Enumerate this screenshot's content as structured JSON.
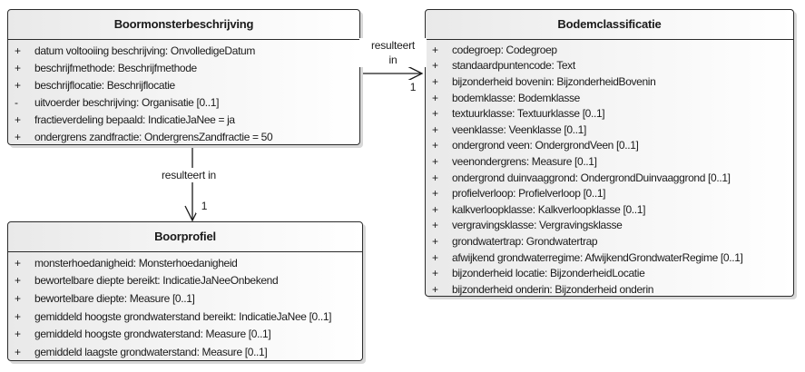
{
  "diagram": {
    "classes": [
      {
        "title": "Boormonsterbeschrijving",
        "attributes": [
          {
            "vis": "+",
            "text": "datum voltooiing beschrijving: OnvolledigeDatum"
          },
          {
            "vis": "+",
            "text": "beschrijfmethode: Beschrijfmethode"
          },
          {
            "vis": "+",
            "text": "beschrijflocatie: Beschrijflocatie"
          },
          {
            "vis": "-",
            "text": "uitvoerder beschrijving: Organisatie [0..1]"
          },
          {
            "vis": "+",
            "text": "fractieverdeling bepaald: IndicatieJaNee = ja"
          },
          {
            "vis": "+",
            "text": "ondergrens zandfractie: OndergrensZandfractie = 50"
          }
        ]
      },
      {
        "title": "Bodemclassificatie",
        "attributes": [
          {
            "vis": "+",
            "text": "codegroep: Codegroep"
          },
          {
            "vis": "+",
            "text": "standaardpuntencode: Text"
          },
          {
            "vis": "+",
            "text": "bijzonderheid bovenin: BijzonderheidBovenin"
          },
          {
            "vis": "+",
            "text": "bodemklasse: Bodemklasse"
          },
          {
            "vis": "+",
            "text": "textuurklasse: Textuurklasse [0..1]"
          },
          {
            "vis": "+",
            "text": "veenklasse: Veenklasse [0..1]"
          },
          {
            "vis": "+",
            "text": "ondergrond veen: OndergrondVeen [0..1]"
          },
          {
            "vis": "+",
            "text": "veenondergrens: Measure [0..1]"
          },
          {
            "vis": "+",
            "text": "ondergrond duinvaaggrond: OndergrondDuinvaaggrond [0..1]"
          },
          {
            "vis": "+",
            "text": "profielverloop: Profielverloop [0..1]"
          },
          {
            "vis": "+",
            "text": "kalkverloopklasse: Kalkverloopklasse [0..1]"
          },
          {
            "vis": "+",
            "text": "vergravingsklasse: Vergravingsklasse"
          },
          {
            "vis": "+",
            "text": "grondwatertrap: Grondwatertrap"
          },
          {
            "vis": "+",
            "text": "afwijkend grondwaterregime: AfwijkendGrondwaterRegime [0..1]"
          },
          {
            "vis": "+",
            "text": "bijzonderheid locatie: BijzonderheidLocatie"
          },
          {
            "vis": "+",
            "text": "bijzonderheid onderin: Bijzonderheid onderin"
          }
        ]
      },
      {
        "title": "Boorprofiel",
        "attributes": [
          {
            "vis": "+",
            "text": "monsterhoedanigheid: Monsterhoedanigheid"
          },
          {
            "vis": "+",
            "text": "bewortelbare diepte bereikt: IndicatieJaNeeOnbekend"
          },
          {
            "vis": "+",
            "text": "bewortelbare diepte: Measure [0..1]"
          },
          {
            "vis": "+",
            "text": "gemiddeld hoogste grondwaterstand bereikt: IndicatieJaNee [0..1]"
          },
          {
            "vis": "+",
            "text": "gemiddeld hoogste grondwaterstand: Measure [0..1]"
          },
          {
            "vis": "+",
            "text": "gemiddeld laagste grondwaterstand: Measure [0..1]"
          }
        ]
      }
    ],
    "connectors": {
      "to_bodemclassificatie": {
        "label_line1": "resulteert",
        "label_line2": "in",
        "multiplicity": "1"
      },
      "to_boorprofiel": {
        "label": "resulteert in",
        "multiplicity": "1"
      }
    },
    "colors": {
      "box_border": "#2b2b2b",
      "box_fill_left": "#e9e9e9",
      "box_fill_right": "#ffffff",
      "box_shadow": "#d8d8d8",
      "line": "#1a1a1a",
      "text": "#1a1a1a",
      "background": "#ffffff"
    }
  }
}
